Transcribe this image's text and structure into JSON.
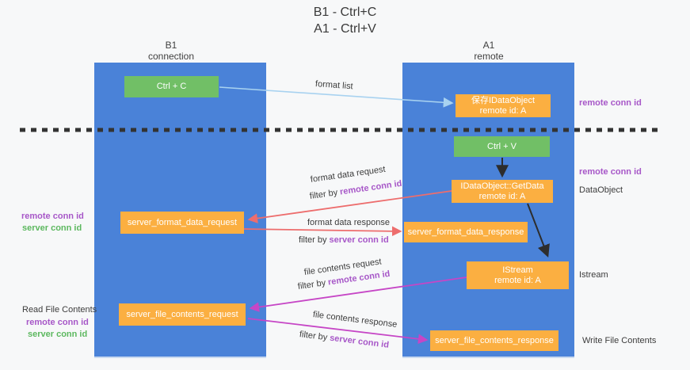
{
  "title": {
    "line1": "B1 - Ctrl+C",
    "line2": "A1 - Ctrl+V"
  },
  "columns": {
    "left": {
      "name": "B1",
      "role": "connection"
    },
    "right": {
      "name": "A1",
      "role": "remote"
    }
  },
  "nodes": {
    "ctrl_c": {
      "label": "Ctrl + C"
    },
    "ctrl_v": {
      "label": "Ctrl + V"
    },
    "save_idataobject": {
      "line1": "保存IDataObject",
      "line2": "remote id: A"
    },
    "getdata": {
      "line1": "IDataObject::GetData",
      "line2": "remote id: A"
    },
    "istream": {
      "line1": "IStream",
      "line2": "remote id: A"
    },
    "server_format_data_request": {
      "label": "server_format_data_request"
    },
    "server_format_data_response": {
      "label": "server_format_data_response"
    },
    "server_file_contents_request": {
      "label": "server_file_contents_request"
    },
    "server_file_contents_response": {
      "label": "server_file_contents_response"
    }
  },
  "side_labels": {
    "right_remote_conn_id_top": "remote conn id",
    "right_remote_conn_id_mid": "remote conn id",
    "dataobject": "DataObject",
    "istream": "Istream",
    "write_file_contents": "Write File Contents",
    "left_remote_conn_id_top": "remote conn id",
    "left_server_conn_id_top": "server conn id",
    "read_file_contents": "Read File Contents",
    "left_remote_conn_id_bottom": "remote conn id",
    "left_server_conn_id_bottom": "server conn id"
  },
  "arrow_labels": {
    "format_list": "format list",
    "filter_prefix": "filter by ",
    "format_data_request": "format data request",
    "format_data_request_filter_id": "remote conn id",
    "format_data_response": "format data response",
    "format_data_response_filter_id": "server conn id",
    "file_contents_request": "file contents request",
    "file_contents_request_filter_id": "remote conn id",
    "file_contents_response": "file contents response",
    "file_contents_response_filter_id": "server conn id"
  },
  "colors": {
    "background": "#f7f8f9",
    "column_blue": "#4a82d8",
    "node_orange": "#fbaf41",
    "node_green": "#71bf66",
    "purple_id": "#a757c8",
    "green_id": "#5cb85f",
    "red_arrow": "#ed6d6d",
    "magenta_arrow": "#c646c6",
    "lightblue_arrow": "#a8d2f0",
    "black_arrow": "#2d2d2d",
    "dashed_line": "#333333"
  }
}
